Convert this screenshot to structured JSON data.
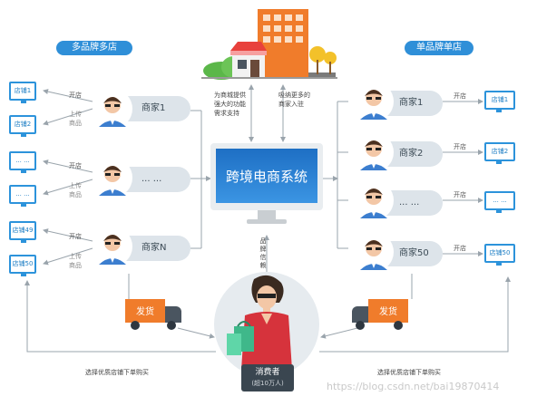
{
  "multi_brand_label": "多品牌多店",
  "single_brand_label": "单品牌单店",
  "left_stores": [
    "店铺1",
    "店铺2",
    "... ...",
    "... ...",
    "店铺49",
    "店铺50"
  ],
  "left_merchants": [
    {
      "name": "商家1",
      "open": "开店",
      "upload": [
        "上传",
        "商品"
      ]
    },
    {
      "name": "... ...",
      "open": "开店",
      "upload": [
        "上传",
        "商品"
      ]
    },
    {
      "name": "商家N",
      "open": "开店",
      "upload": [
        "上传",
        "商品"
      ]
    }
  ],
  "right_merchants": [
    {
      "name": "商家1",
      "open": "开店"
    },
    {
      "name": "商家2",
      "open": "开店"
    },
    {
      "name": "... ...",
      "open": "开店"
    },
    {
      "name": "商家50",
      "open": "开店"
    }
  ],
  "right_stores": [
    "店铺1",
    "店铺2",
    "... ...",
    "店铺50"
  ],
  "center_note_left": [
    "为商城提供",
    "强大的功能",
    "需求支持"
  ],
  "center_note_right": [
    "吸纳更多的",
    "商家入驻"
  ],
  "system_title": "跨境电商系统",
  "brand_credit": [
    "品",
    "牌",
    "信",
    "赖"
  ],
  "ship_label": "发货",
  "consumer_title": "消费者",
  "consumer_sub": "(超10万人)",
  "bottom_note_left": "选择优质店铺下单购买",
  "bottom_note_right": "选择优质店铺下单购买",
  "watermark": "https://blog.csdn.net/bai19870414",
  "colors": {
    "accent_blue": "#2f8fd8",
    "truck_orange": "#f07c2b",
    "screen_blue": "#2a7fd4"
  }
}
